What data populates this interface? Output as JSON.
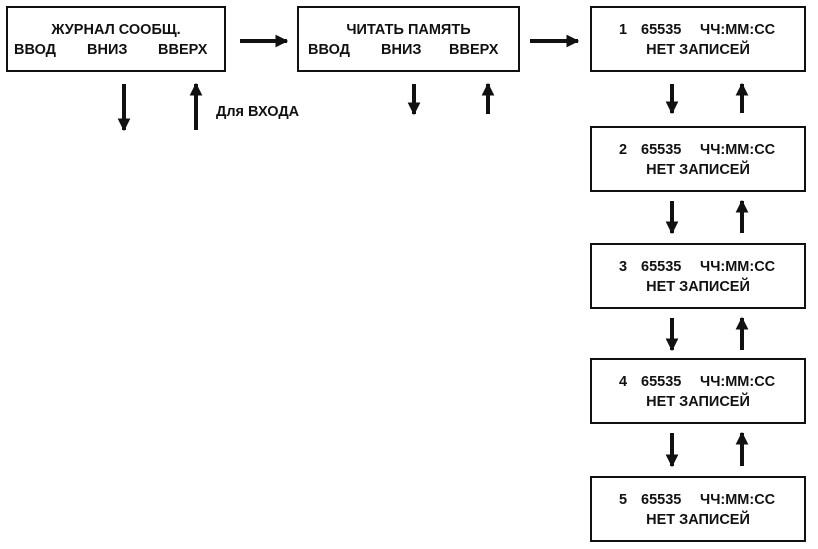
{
  "menu_box": {
    "title": "ЖУРНАЛ СООБЩ.",
    "enter": "ВВОД",
    "down": "ВНИЗ",
    "up": "ВВЕРХ"
  },
  "read_box": {
    "title": "ЧИТАТЬ ПАМЯТЬ",
    "enter": "ВВОД",
    "down": "ВНИЗ",
    "up": "ВВЕРХ"
  },
  "entry_note": "Для ВХОДА",
  "records": [
    {
      "index": "1",
      "count": "65535",
      "time": "ЧЧ:ММ:СС",
      "status": "НЕТ ЗАПИСЕЙ"
    },
    {
      "index": "2",
      "count": "65535",
      "time": "ЧЧ:ММ:СС",
      "status": "НЕТ ЗАПИСЕЙ"
    },
    {
      "index": "3",
      "count": "65535",
      "time": "ЧЧ:ММ:СС",
      "status": "НЕТ ЗАПИСЕЙ"
    },
    {
      "index": "4",
      "count": "65535",
      "time": "ЧЧ:ММ:СС",
      "status": "НЕТ ЗАПИСЕЙ"
    },
    {
      "index": "5",
      "count": "65535",
      "time": "ЧЧ:ММ:СС",
      "status": "НЕТ ЗАПИСЕЙ"
    }
  ],
  "colors": {
    "ink": "#111111",
    "background": "#ffffff"
  }
}
